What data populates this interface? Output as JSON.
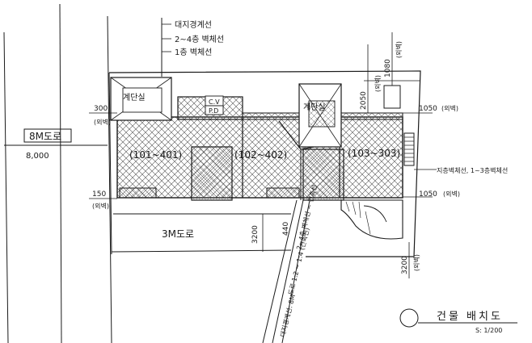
{
  "drawing": {
    "title": "건물 배치도",
    "scale": "S: 1/200"
  },
  "boundary_notes": {
    "site_line": "대지경계선",
    "floors_2_4_setback": "2~4층 벽체선",
    "floor_1_setback": "1층 벽체선"
  },
  "road_west": {
    "name": "8M도로",
    "width": "8,000"
  },
  "road_south": {
    "name": "3M도로",
    "width": "3200"
  },
  "rooms": {
    "stair_left": "계단실",
    "stair_right": "계단실",
    "cv": "C.V",
    "pd": "P.D",
    "unit_a": "(101~401)",
    "unit_b": "(102~402)",
    "unit_c": "(103~303)"
  },
  "dimensions": {
    "left_top": "300",
    "left_top_note": "(외벽)",
    "left_bottom": "150",
    "left_bottom_note": "(외벽)",
    "top_right_2050": "2050",
    "top_right_2050_note": "(외벽)",
    "top_right_1080": "1080",
    "top_right_1080_note": "(외벽)",
    "right_1050_top": "1050",
    "right_1050_top_note": "(외벽)",
    "right_1050_bottom": "1050",
    "right_1050_bottom_note": "(외벽)",
    "bottom_right": "3200",
    "bottom_right_note": "(외벽)",
    "gap_440": "440",
    "gap_3200": "3200"
  },
  "right_note": "지층벽체선, 1~3층벽체선",
  "diagonal_notes": {
    "top": "2~4층 벽체선 ~ 건축선",
    "mid": "도로 1:2 ~ 1:4 (건축선)",
    "bottom": "대지경계선: 8M"
  }
}
